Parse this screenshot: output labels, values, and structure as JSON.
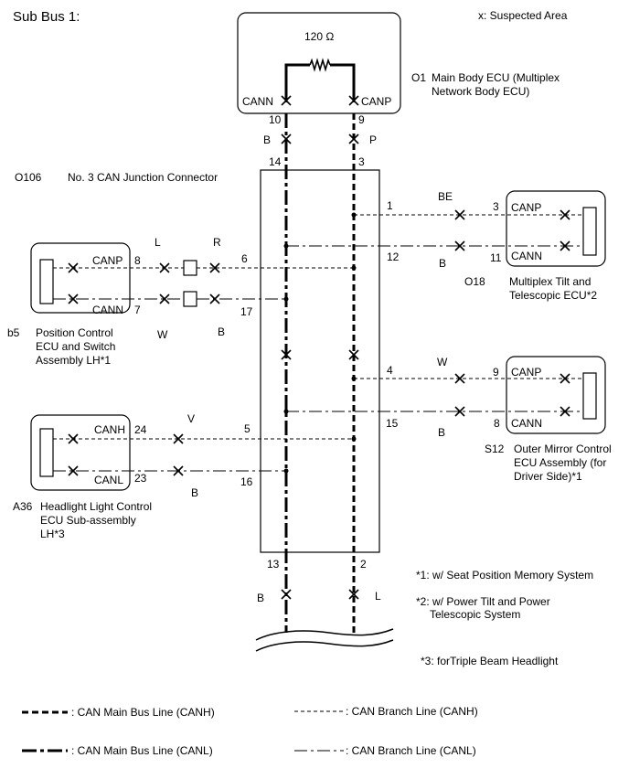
{
  "title": "Sub Bus 1:",
  "legend_suspected": "x: Suspected Area",
  "resistor": "120 Ω",
  "o1": {
    "code": "O1",
    "name_line1": "Main Body ECU (Multiplex",
    "name_line2": "Network Body ECU)",
    "cann": "CANN",
    "canp": "CANP",
    "pin_cann": "10",
    "pin_canp": "9",
    "wire_cann": "B",
    "wire_canp": "P"
  },
  "junction": {
    "code": "O106",
    "name": "No. 3 CAN Junction Connector",
    "pin_top_l": "14",
    "pin_top_r": "3",
    "pin_bot_l": "13",
    "pin_bot_r": "2",
    "wire_bot_l": "B",
    "wire_bot_r": "L",
    "pins": {
      "p1": "1",
      "p12": "12",
      "p6": "6",
      "p17": "17",
      "p4": "4",
      "p15": "15",
      "p5": "5",
      "p16": "16"
    }
  },
  "o18": {
    "code": "O18",
    "name_line1": "Multiplex Tilt and",
    "name_line2": "Telescopic ECU*2",
    "canp": "CANP",
    "cann": "CANN",
    "pin_canp": "3",
    "pin_cann": "11",
    "wire_canp": "BE",
    "wire_cann": "B"
  },
  "b5": {
    "code": "b5",
    "name_line1": "Position Control",
    "name_line2": "ECU and Switch",
    "name_line3": "Assembly LH*1",
    "canp": "CANP",
    "cann": "CANN",
    "pin_canp": "8",
    "pin_cann": "7",
    "wire_canp_l": "L",
    "wire_canp_r": "R",
    "wire_cann_l": "W",
    "wire_cann_r": "B"
  },
  "s12": {
    "code": "S12",
    "name_line1": "Outer Mirror Control",
    "name_line2": "ECU Assembly (for",
    "name_line3": "Driver Side)*1",
    "canp": "CANP",
    "cann": "CANN",
    "pin_canp": "9",
    "pin_cann": "8",
    "wire_canp": "W",
    "wire_cann": "B"
  },
  "a36": {
    "code": "A36",
    "name_line1": "Headlight Light Control",
    "name_line2": "ECU Sub-assembly",
    "name_line3": "LH*3",
    "canh": "CANH",
    "canl": "CANL",
    "pin_canh": "24",
    "pin_canl": "23",
    "wire_canh": "V",
    "wire_canl": "B"
  },
  "notes": {
    "n1": "*1: w/ Seat Position Memory System",
    "n2_line1": "*2: w/ Power Tilt and Power",
    "n2_line2": "Telescopic System",
    "n3": "*3: forTriple Beam Headlight"
  },
  "legend": {
    "main_canh": ": CAN Main Bus Line (CANH)",
    "main_canl": ": CAN Main Bus Line (CANL)",
    "branch_canh": ": CAN Branch Line (CANH)",
    "branch_canl": ": CAN Branch Line (CANL)"
  }
}
